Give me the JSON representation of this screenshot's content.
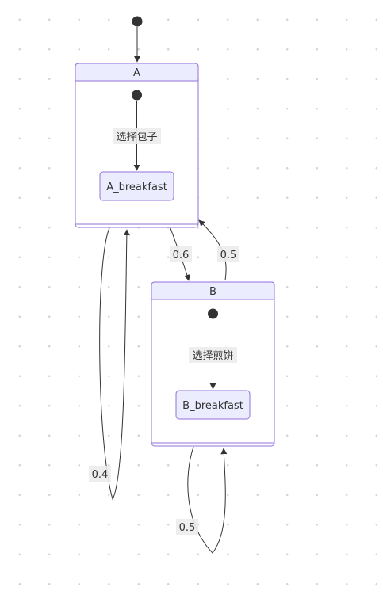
{
  "diagram": {
    "type": "state-diagram",
    "states": {
      "A": {
        "title": "A",
        "inner_state": "A_breakfast",
        "inner_transition_label": "选择包子"
      },
      "B": {
        "title": "B",
        "inner_state": "B_breakfast",
        "inner_transition_label": "选择煎饼"
      }
    },
    "transitions": [
      {
        "from": "start",
        "to": "A",
        "label": ""
      },
      {
        "from": "A",
        "to": "B",
        "label": "0.6"
      },
      {
        "from": "B",
        "to": "A",
        "label": "0.5"
      },
      {
        "from": "A",
        "to": "A",
        "label": "0.4"
      },
      {
        "from": "B",
        "to": "B",
        "label": "0.5"
      }
    ],
    "colors": {
      "state_fill": "#ececff",
      "state_border": "#9370db",
      "edge": "#333333",
      "label_bg": "#ececec"
    }
  }
}
